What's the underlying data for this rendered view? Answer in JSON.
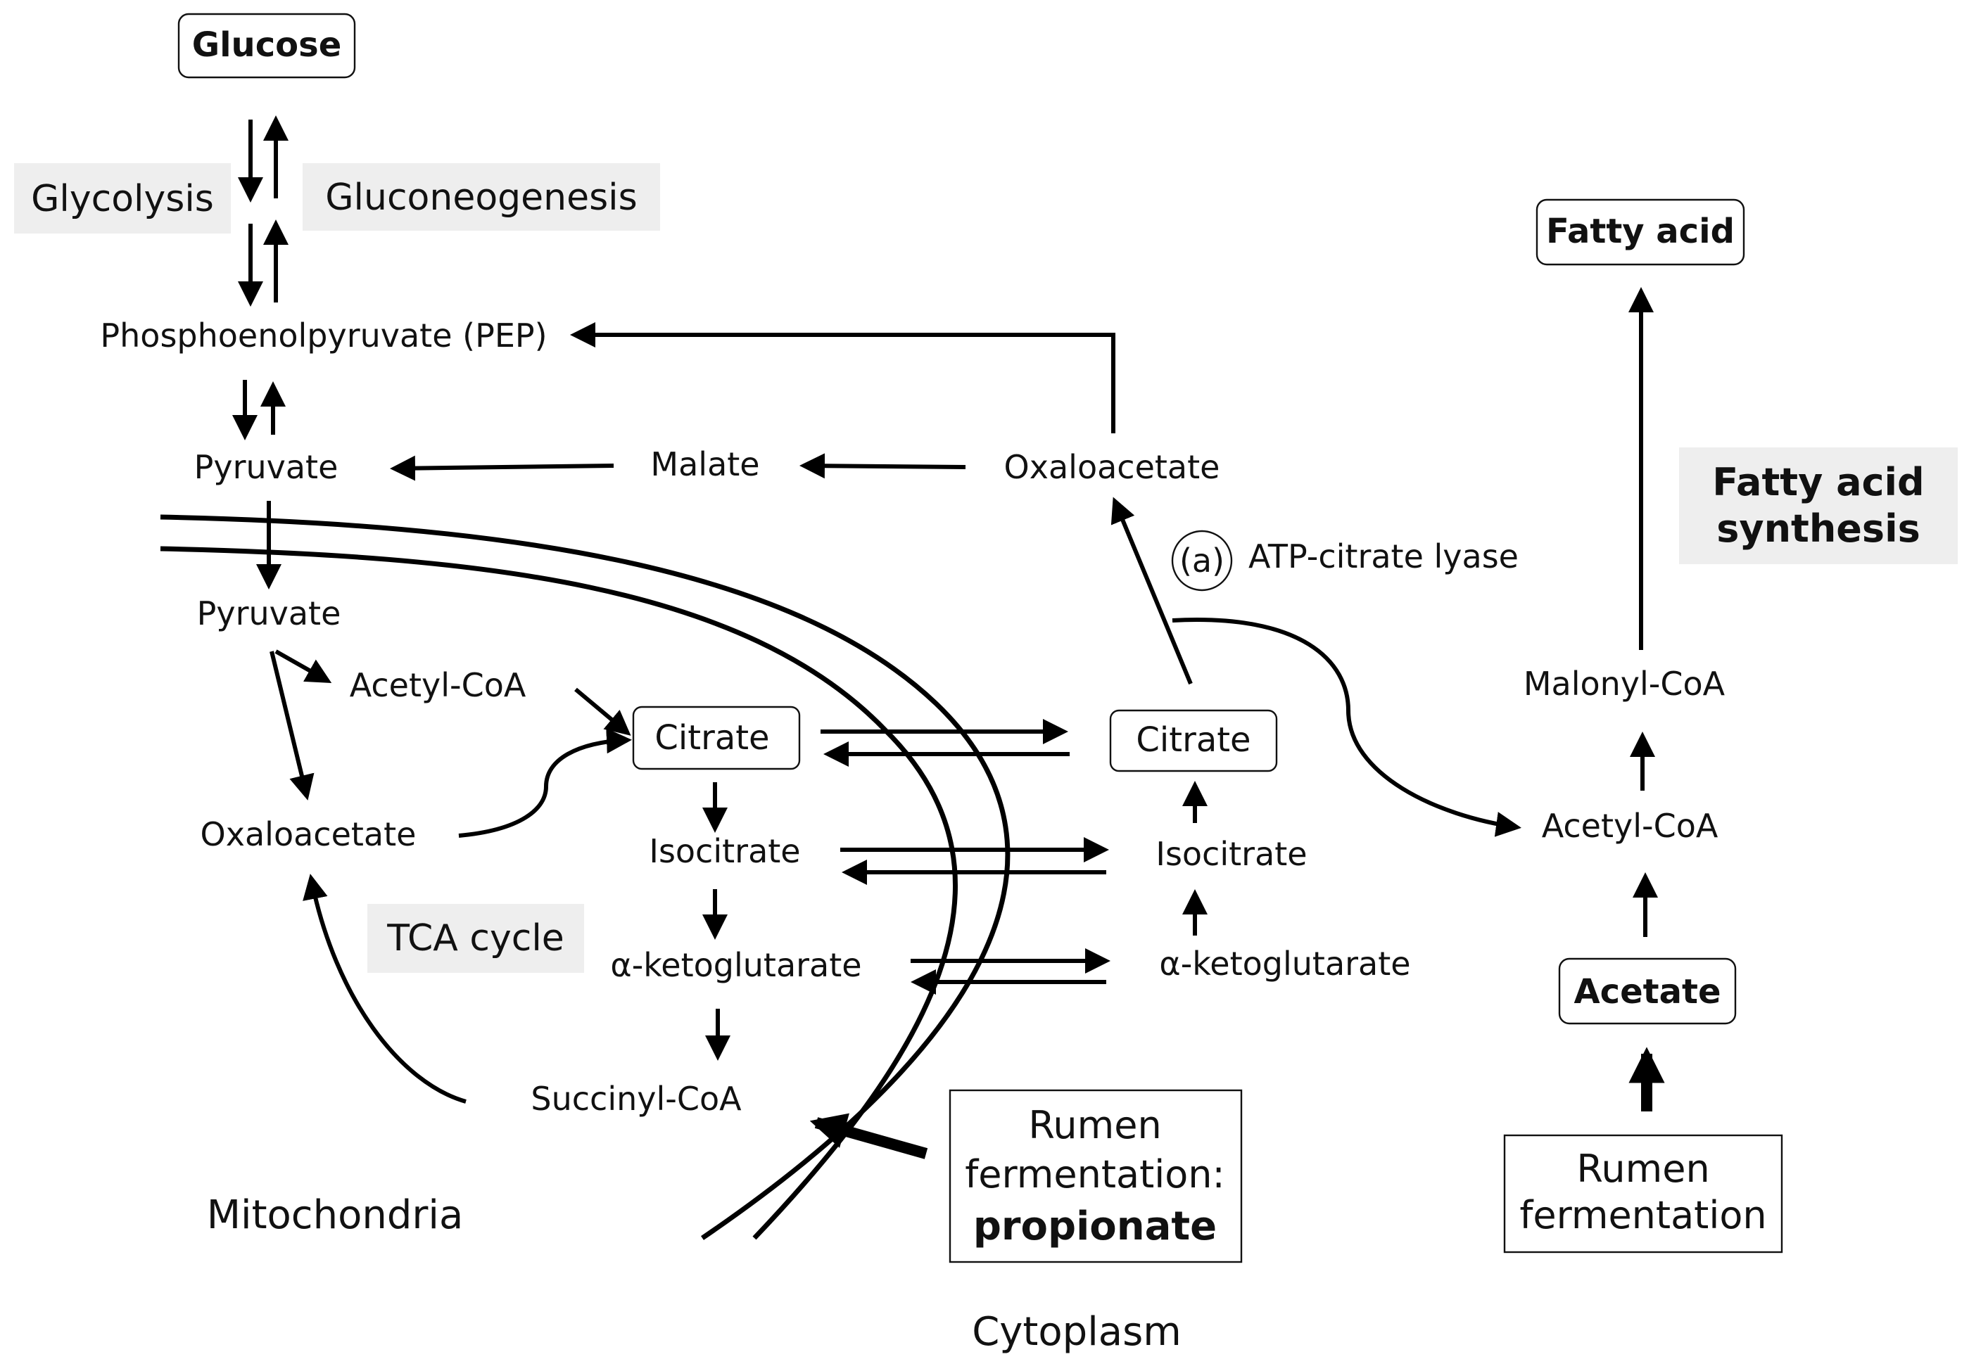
{
  "nodes": {
    "glucose": "Glucose",
    "pep": "Phosphoenolpyruvate (PEP)",
    "pyruvate_cyto": "Pyruvate",
    "malate": "Malate",
    "oxaloacetate_cyto": "Oxaloacetate",
    "pyruvate_mito": "Pyruvate",
    "acetyl_coa_mito": "Acetyl-CoA",
    "citrate_mito": "Citrate",
    "oxaloacetate_mito": "Oxaloacetate",
    "isocitrate_mito": "Isocitrate",
    "akg_mito": "α-ketoglutarate",
    "succinyl_coa": "Succinyl-CoA",
    "citrate_cyto": "Citrate",
    "isocitrate_cyto": "Isocitrate",
    "akg_cyto": "α-ketoglutarate",
    "fatty_acid": "Fatty acid",
    "malonyl_coa": "Malonyl-CoA",
    "acetyl_coa_cyto": "Acetyl-CoA",
    "acetate": "Acetate"
  },
  "processes": {
    "glycolysis": "Glycolysis",
    "gluconeogenesis": "Gluconeogenesis",
    "tca_cycle": "TCA cycle",
    "fatty_acid_synthesis_line1": "Fatty acid",
    "fatty_acid_synthesis_line2": "synthesis"
  },
  "enzyme": {
    "marker": "(a)",
    "name": "ATP-citrate lyase"
  },
  "compartments": {
    "mitochondria": "Mitochondria",
    "cytoplasm": "Cytoplasm"
  },
  "rumen_propionate": {
    "line1": "Rumen",
    "line2": "fermentation:",
    "line3": "propionate"
  },
  "rumen_acetate": {
    "line1": "Rumen",
    "line2": "fermentation"
  },
  "colors": {
    "line": "#000000",
    "shade": "#eeeeee",
    "box_fill": "#ffffff"
  }
}
